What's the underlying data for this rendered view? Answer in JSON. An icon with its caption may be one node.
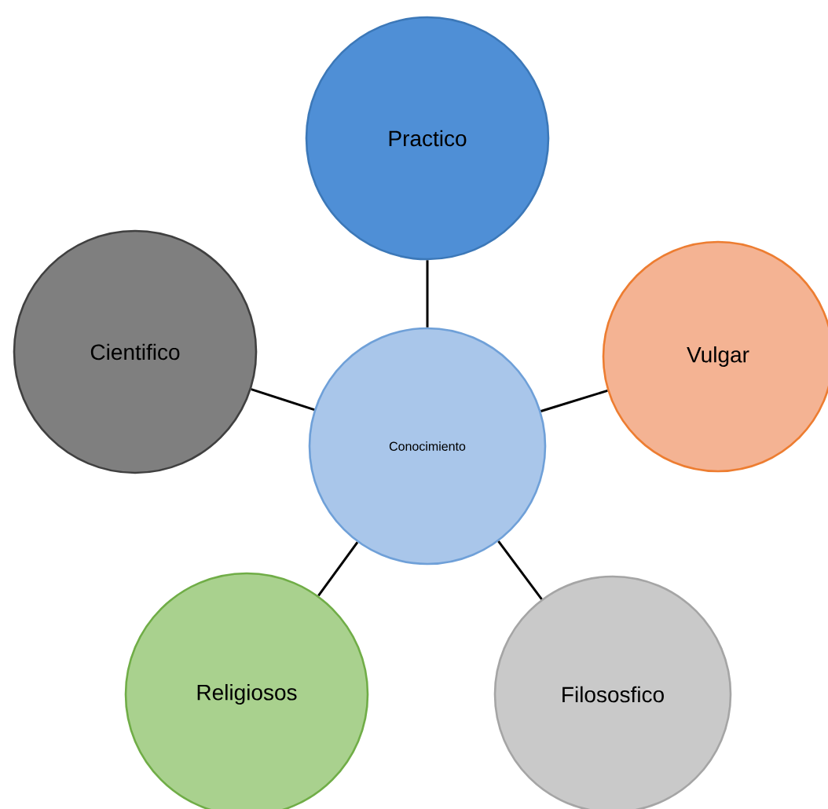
{
  "diagram": {
    "nodes": [
      {
        "text": [
          "Practico"
        ]
      },
      {
        "text": [
          "Cientifico"
        ]
      },
      {
        "text": [
          "Conocimiento"
        ]
      },
      {
        "text": [
          "Vulgar"
        ]
      },
      {
        "text": [
          "Religiosos"
        ]
      },
      {
        "text": [
          "Filososfico"
        ]
      }
    ],
    "edges": [
      {
        "from": 2,
        "to": 0,
        "arrow": "none"
      },
      {
        "from": 2,
        "to": 1,
        "arrow": "none"
      },
      {
        "from": 2,
        "to": 3,
        "arrow": "none"
      },
      {
        "from": 2,
        "to": 4,
        "arrow": "none"
      },
      {
        "from": 2,
        "to": 5,
        "arrow": "none"
      }
    ]
  }
}
